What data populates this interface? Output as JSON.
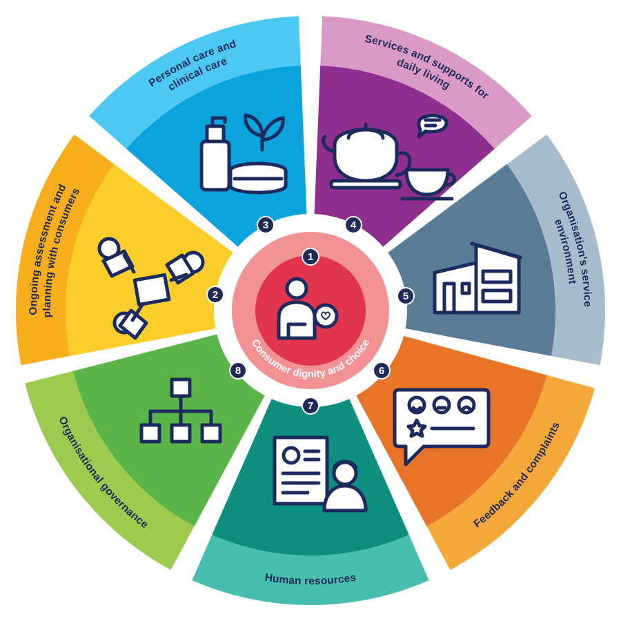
{
  "center": {
    "number": "1",
    "label": "Consumer dignity and choice",
    "colors": {
      "ring": "#f39295",
      "core": "#e0344f"
    }
  },
  "segments": [
    {
      "number": "2",
      "label_lines": [
        "Ongoing assessment and",
        "planning with consumers"
      ],
      "outer_color": "#f9ae1e",
      "inner_color": "#fdce2b",
      "icon": "people-around-table-icon"
    },
    {
      "number": "3",
      "label_lines": [
        "Personal care and",
        "clinical care"
      ],
      "outer_color": "#4cc8f2",
      "inner_color": "#0aa3dd",
      "icon": "lotion-and-plant-icon"
    },
    {
      "number": "4",
      "label_lines": [
        "Services and supports for",
        "daily living"
      ],
      "outer_color": "#da9ac6",
      "inner_color": "#8e2f8f",
      "icon": "teapot-and-cup-icon"
    },
    {
      "number": "5",
      "label_lines": [
        "Organisation's service",
        "environment"
      ],
      "outer_color": "#a7bccd",
      "inner_color": "#597c96",
      "icon": "building-icon"
    },
    {
      "number": "6",
      "label_lines": [
        "Feedback and complaints"
      ],
      "outer_color": "#f6a93a",
      "inner_color": "#e8742a",
      "icon": "feedback-bubble-icon"
    },
    {
      "number": "7",
      "label_lines": [
        "Human resources"
      ],
      "outer_color": "#48bfae",
      "inner_color": "#0e8e7e",
      "icon": "resume-profile-icon"
    },
    {
      "number": "8",
      "label_lines": [
        "Organisational governance"
      ],
      "outer_color": "#9ccb4f",
      "inner_color": "#5bb447",
      "icon": "org-chart-icon"
    }
  ],
  "badge_color": "#1f2a5a"
}
